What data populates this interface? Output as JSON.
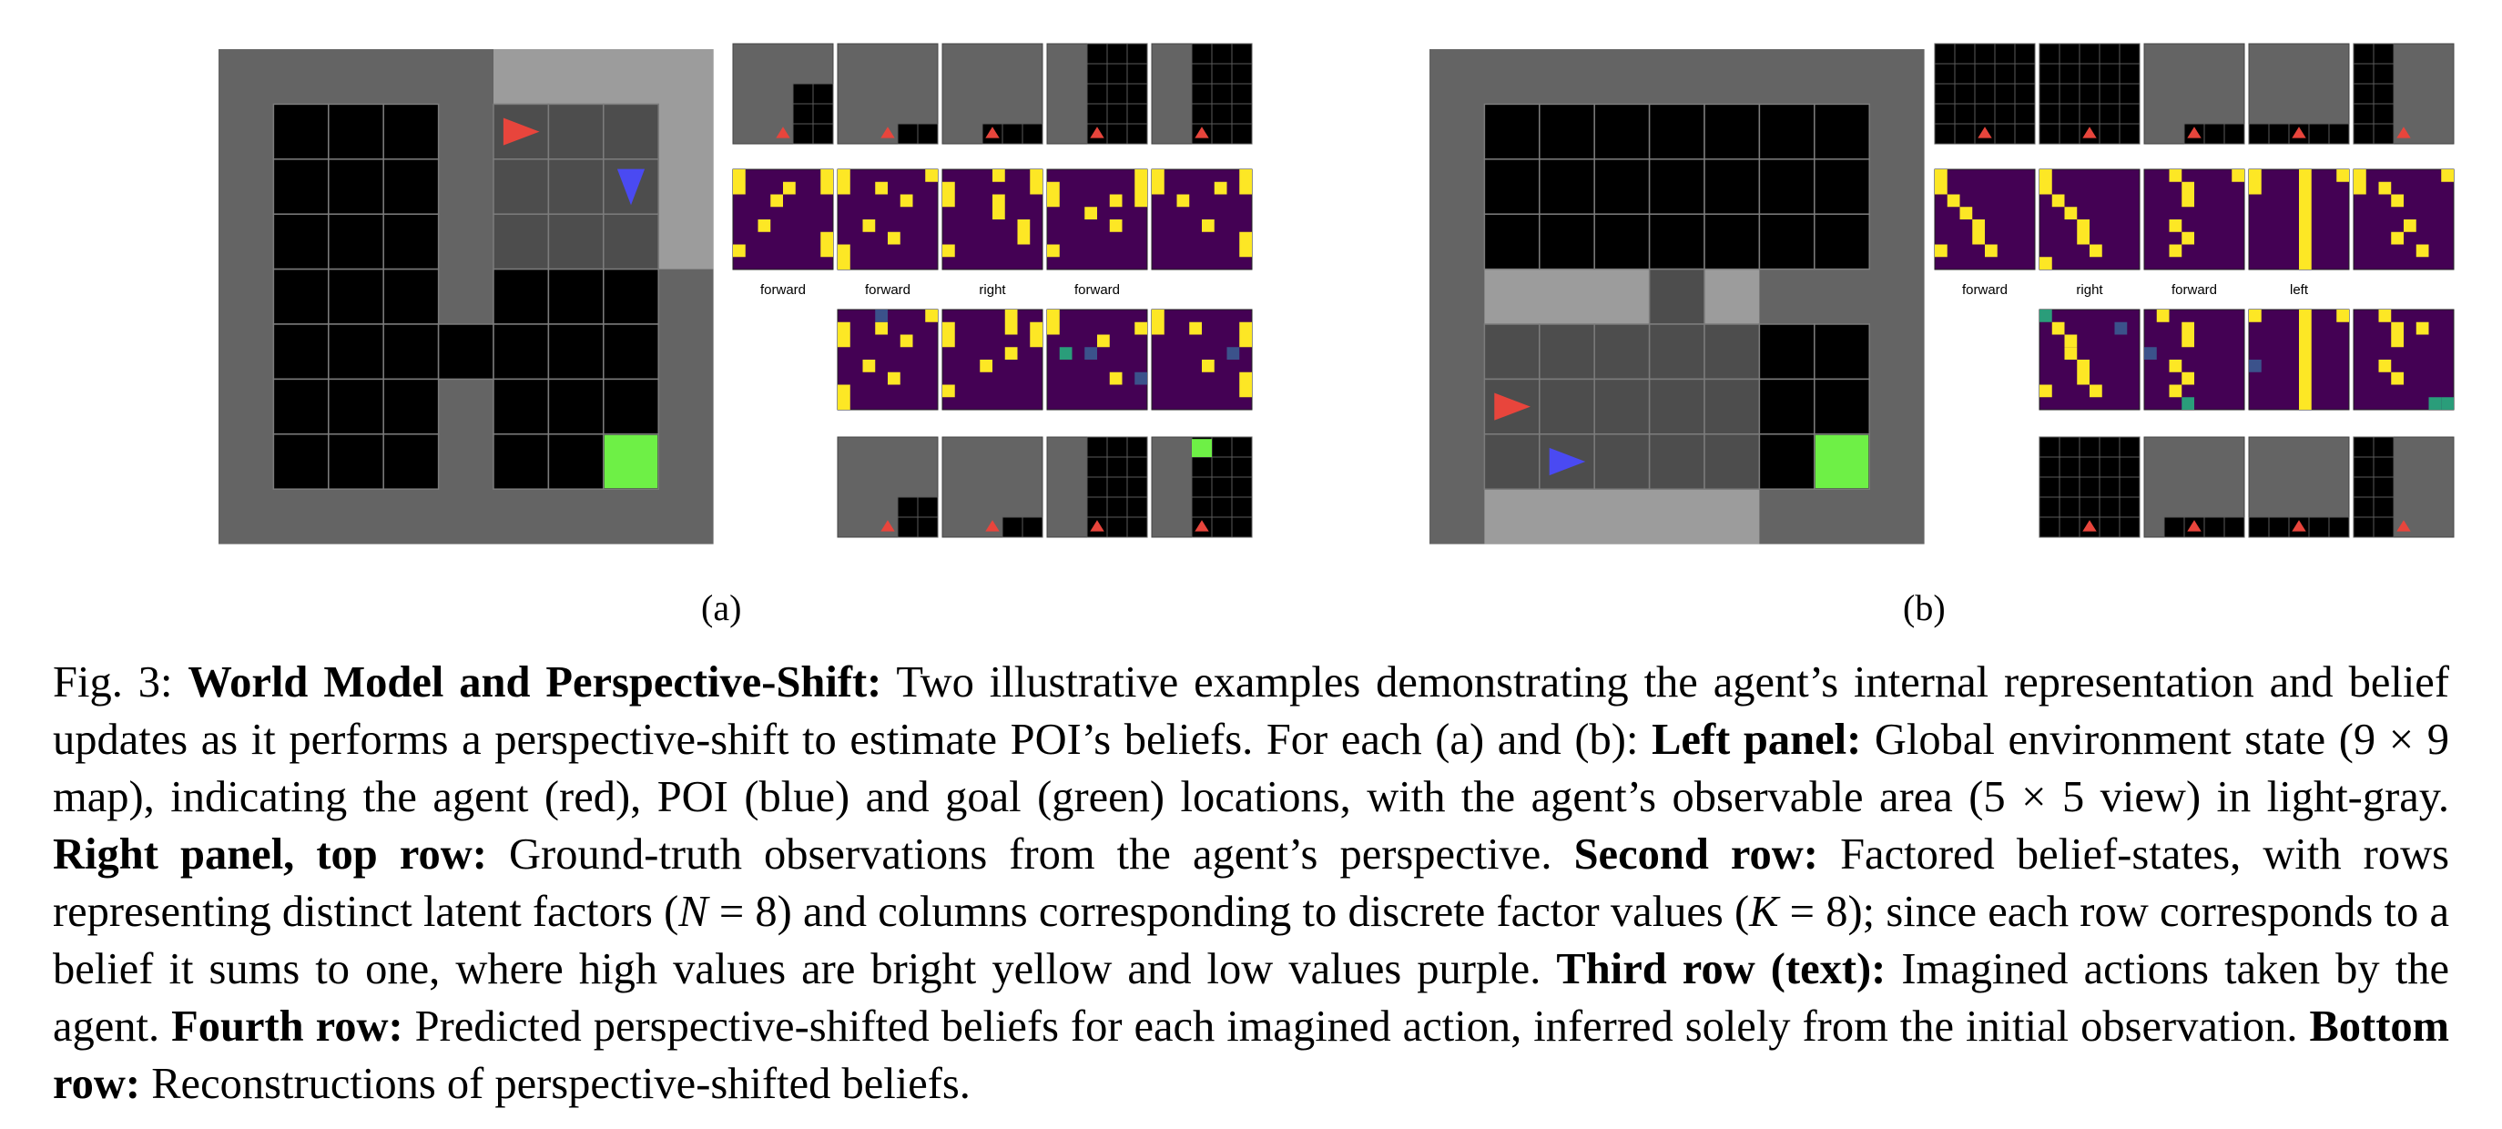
{
  "figure": {
    "panels": [
      {
        "label": "(a)",
        "map": {
          "grid_size": 9,
          "agent_color": "#e8453c",
          "poi_color": "#4a4af2",
          "goal_color": "#6ef046",
          "view_color": "#9a9a9a",
          "wall_color": "#646464",
          "floor_color": "#000000"
        },
        "actions": [
          "forward",
          "forward",
          "right",
          "forward"
        ]
      },
      {
        "label": "(b)",
        "map": {
          "grid_size": 9,
          "agent_color": "#e8453c",
          "poi_color": "#4a4af2",
          "goal_color": "#6ef046",
          "view_color": "#9a9a9a",
          "wall_color": "#646464",
          "floor_color": "#000000"
        },
        "actions": [
          "forward",
          "right",
          "forward",
          "left"
        ]
      }
    ],
    "belief_colors": {
      "low": "#440154",
      "high": "#fde725",
      "mid": "#3b528b",
      "midgreen": "#2a9d7a"
    }
  },
  "caption": {
    "prefix": "Fig. 3: ",
    "title": "World Model and Perspective-Shift:",
    "s1": " Two illustrative examples demonstrating the agent’s internal representation and belief updates as it performs a perspective-shift to estimate POI’s beliefs. For each (a) and (b): ",
    "left_panel": "Left panel:",
    "s2": " Global environment state (9 × 9 map), indicating the agent (red), POI (blue) and goal (green) locations, with the agent’s observable area (5 × 5 view) in light-gray. ",
    "right_top": "Right panel, top row:",
    "s3": " Ground-truth observations from the agent’s perspective. ",
    "second_row": "Second row:",
    "s4a": " Factored belief-states, with rows representing distinct latent factors (",
    "n_var": "N",
    "n_eq": " = 8",
    "s4b": ") and columns corresponding to discrete factor values (",
    "k_var": "K",
    "k_eq": " = 8",
    "s4c": "); since each row corresponds to a belief it sums to one, where high values are bright yellow and low values purple. ",
    "third_row": "Third row (text):",
    "s5": " Imagined actions taken by the agent. ",
    "fourth_row": "Fourth row:",
    "s6": " Predicted perspective-shifted beliefs for each imagined action, inferred solely from the initial observation. ",
    "bottom_row": "Bottom row:",
    "s7": " Reconstructions of perspective-shifted beliefs."
  }
}
